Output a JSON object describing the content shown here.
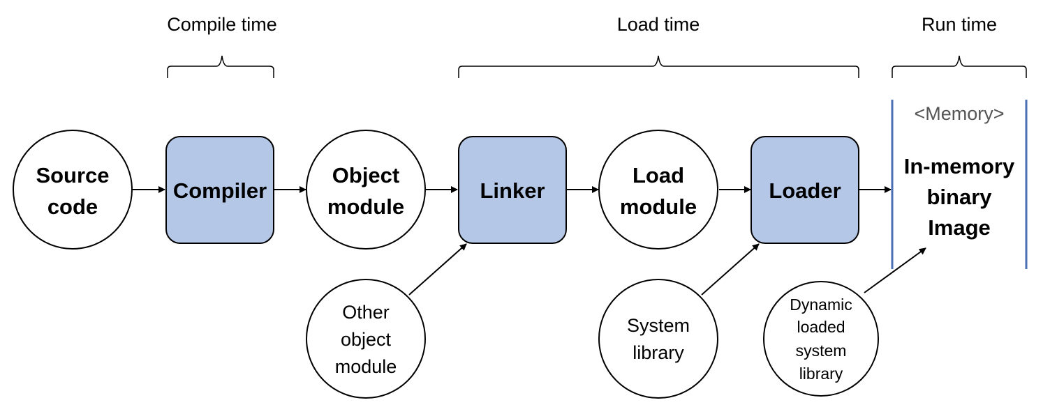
{
  "colors": {
    "process_fill": "#b4c7e7",
    "memory_bar": "#4a6fb5",
    "memory_tag": "#555555"
  },
  "phases": {
    "compile": "Compile time",
    "load": "Load time",
    "run": "Run time"
  },
  "nodes": {
    "source_code": [
      "Source",
      "code"
    ],
    "compiler": "Compiler",
    "object_module": [
      "Object",
      "module"
    ],
    "linker": "Linker",
    "load_module": [
      "Load",
      "module"
    ],
    "loader": "Loader",
    "other_object_module": [
      "Other",
      "object",
      "module"
    ],
    "system_library": [
      "System",
      "library"
    ],
    "dynamic_library": [
      "Dynamic",
      "loaded",
      "system",
      "library"
    ]
  },
  "memory": {
    "tag": "<Memory>",
    "image": [
      "In-memory",
      "binary",
      "Image"
    ]
  }
}
